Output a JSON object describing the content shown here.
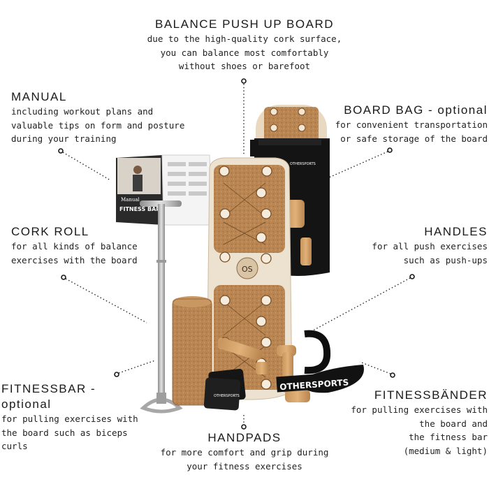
{
  "callouts": {
    "balance_board": {
      "title": "BALANCE PUSH UP BOARD",
      "lines": [
        "due to the high-quality cork surface,",
        "you can balance most comfortably",
        "without shoes or barefoot"
      ]
    },
    "manual": {
      "title": "MANUAL",
      "lines": [
        "including workout plans and",
        "valuable tips on form and posture",
        "during your training"
      ]
    },
    "board_bag": {
      "title": "BOARD BAG - optional",
      "lines": [
        "for convenient transportation",
        "or safe storage of the board"
      ]
    },
    "cork_roll": {
      "title": "CORK ROLL",
      "lines": [
        "for all kinds of balance",
        "exercises with the board"
      ]
    },
    "handles": {
      "title": "HANDLES",
      "lines": [
        "for all push exercises",
        "such as push-ups"
      ]
    },
    "fitnessbar": {
      "title_lines": [
        "FITNESSBAR -",
        "optional"
      ],
      "lines": [
        "for pulling exercises with",
        "the board such as biceps",
        "curls"
      ]
    },
    "handpads": {
      "title": "HANDPADS",
      "lines": [
        "for more comfort and grip during",
        "your fitness exercises"
      ]
    },
    "fitnessbaender": {
      "title": "FITNESSBÄNDER",
      "lines": [
        "for pulling exercises with",
        "the board and",
        "the fitness bar",
        "(medium & light)"
      ]
    }
  },
  "product_labels": {
    "brand": "OTHERSPORTS",
    "manual_cover_title": "Manual",
    "manual_cover_subtitle": "FITNESS BAR",
    "band_text": "OTHERSPORTS"
  },
  "colors": {
    "cork": "#b98552",
    "cork_dark": "#8a5a2c",
    "wood": "#e9dcc9",
    "bag": "#141414",
    "bar_steel": "#b8b8b8"
  }
}
